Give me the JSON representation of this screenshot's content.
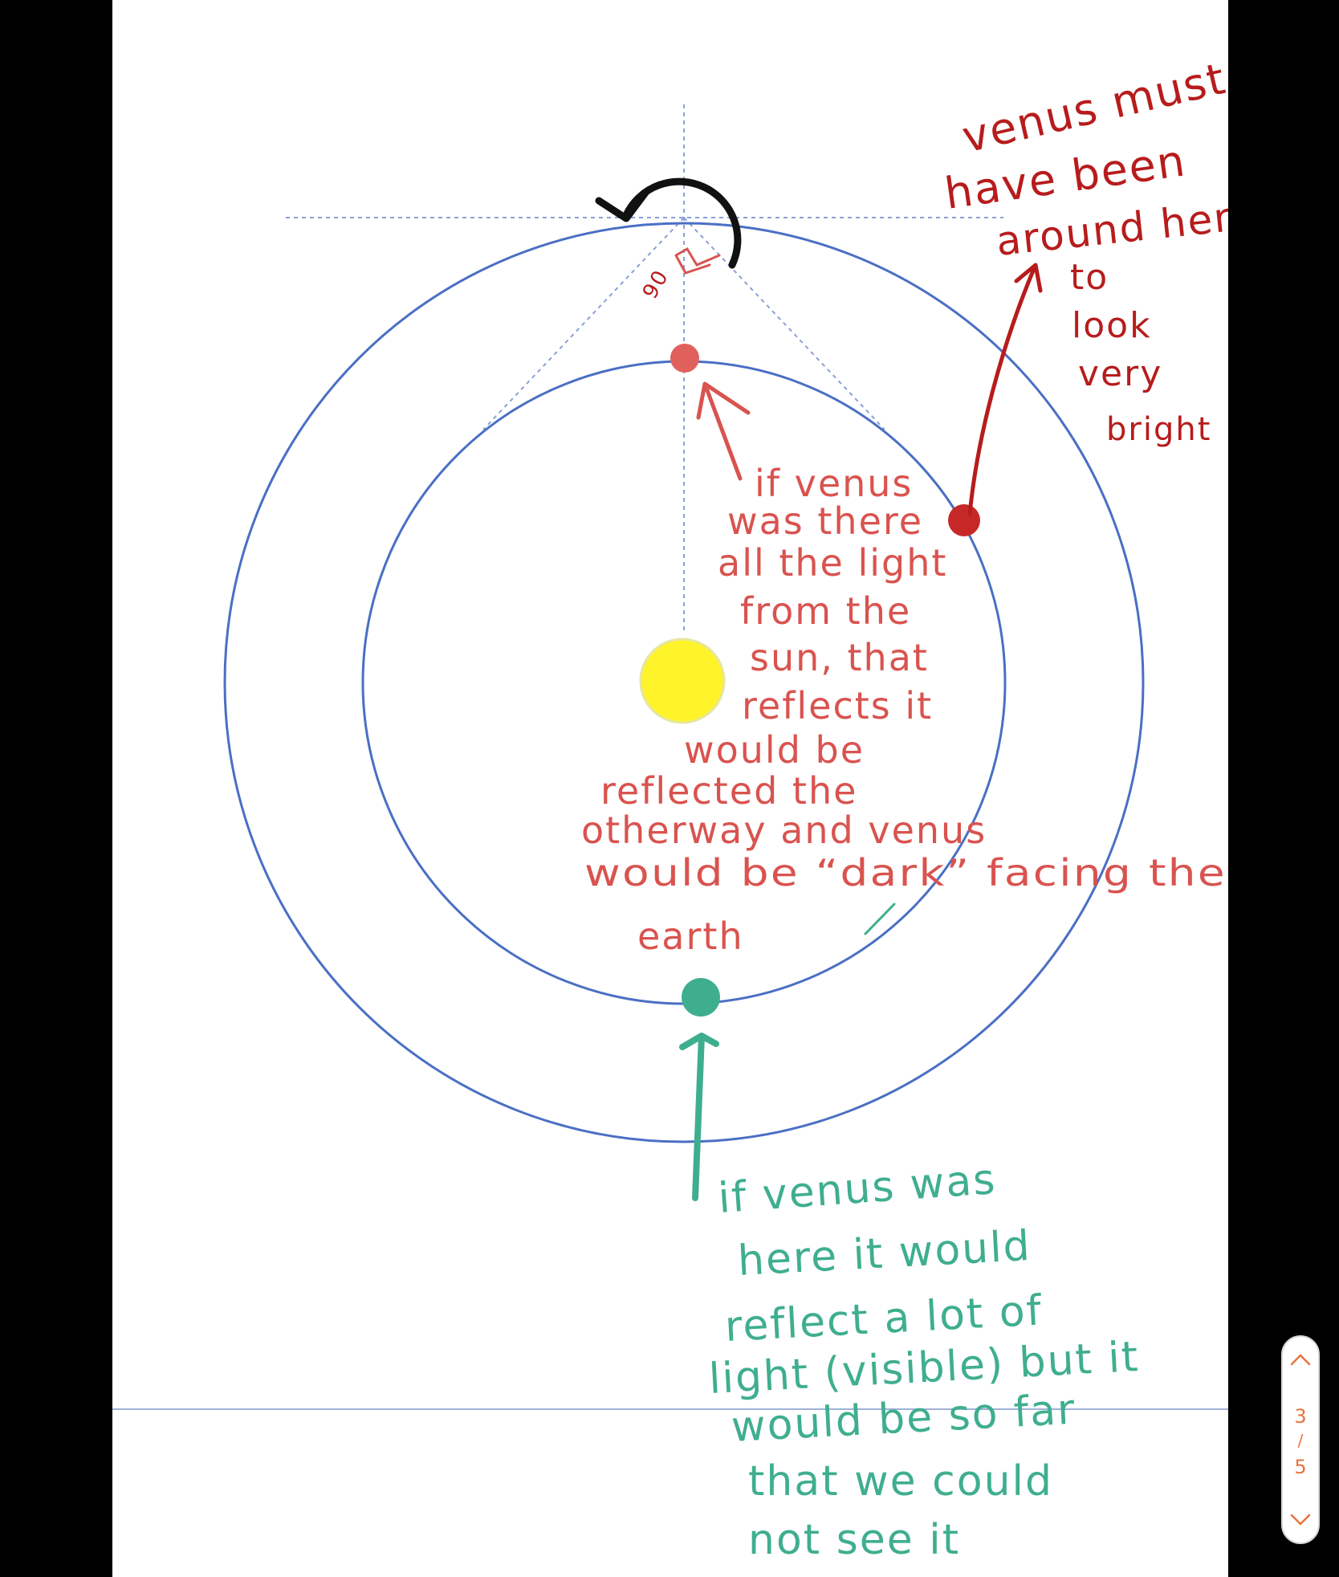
{
  "colors": {
    "background": "#000000",
    "sheet": "#ffffff",
    "orbit": "#4a6fc4",
    "guide": "#8aa0d8",
    "sun": "#fff32a",
    "venus_top": "#e0615c",
    "venus_bright": "#c62828",
    "earth": "#3fae8f",
    "note_dark_red": "#b71c1c",
    "note_red": "#d9534f",
    "note_green": "#3fae8f",
    "pager_accent": "#e8733d"
  },
  "annotations": {
    "angle_label": "90",
    "dark_red_note": [
      "venus must",
      "have been",
      "around here",
      "to",
      "look",
      "very",
      "bright"
    ],
    "red_note": [
      "if venus",
      "was there",
      "all the light",
      "from the",
      "sun, that",
      "reflects it",
      "would be",
      "reflected the",
      "otherway and venus",
      "would be “dark” facing the",
      "earth"
    ],
    "green_note": [
      "if venus was",
      "here it would",
      "reflect a lot of",
      "light (visible) but it",
      "would be so far",
      "that we could",
      "not see it"
    ]
  },
  "pager": {
    "up_icon": "chevron-up-icon",
    "down_icon": "chevron-down-icon",
    "current": "3",
    "separator": "/",
    "total": "5"
  }
}
